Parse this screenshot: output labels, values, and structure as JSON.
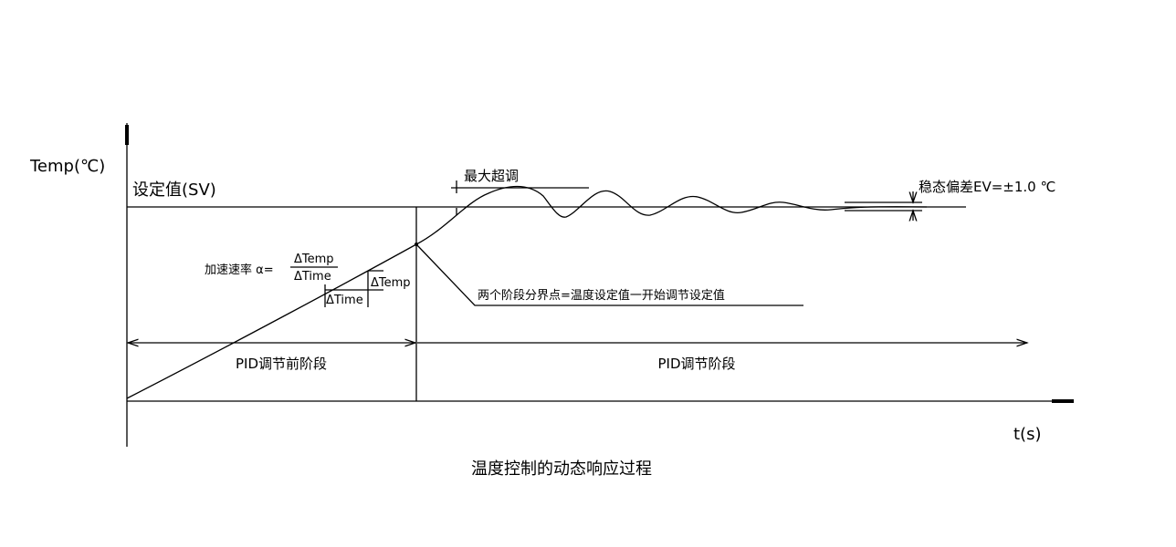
{
  "title": "温度控制的动态响应过程",
  "y_axis_label": "Temp(℃)",
  "x_axis_label": "t(s)",
  "setpoint_label": "设定值(SV)",
  "max_overshoot_label": "最大超调",
  "steady_state_error_label": "稳态偏差EV=±1.0 ℃",
  "boundary_label": "两个阶段分界点=温度设定值一开始调节设定值",
  "acceleration": {
    "label": "加速速率 α=",
    "numerator": "ΔTemp",
    "denominator": "ΔTime",
    "delta_temp": "ΔTemp",
    "delta_time": "ΔTime"
  },
  "phases": {
    "pre_pid": "PID调节前阶段",
    "pid": "PID调节阶段"
  }
}
